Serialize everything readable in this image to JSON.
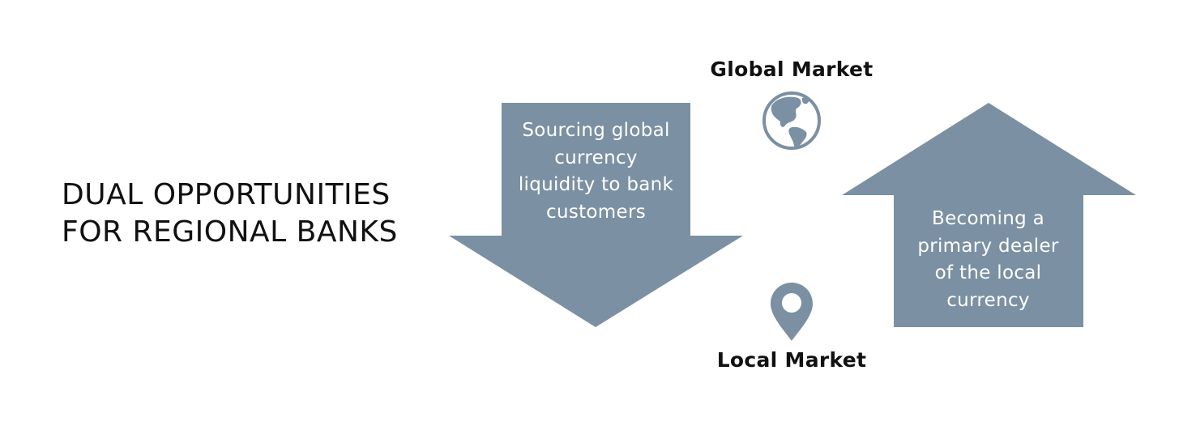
{
  "title": {
    "line1": "DUAL OPPORTUNITIES",
    "line2": "FOR REGIONAL BANKS"
  },
  "global_market": {
    "label": "Global Market",
    "icon": "globe-icon"
  },
  "local_market": {
    "label": "Local Market",
    "icon": "location-pin-icon"
  },
  "down_arrow": {
    "lines": [
      "Sourcing global",
      "currency",
      "liquidity to bank",
      "customers"
    ]
  },
  "up_arrow": {
    "lines": [
      "Becoming a",
      "primary dealer",
      "of the local",
      "currency"
    ]
  },
  "colors": {
    "arrow_fill": "#7b90a2",
    "text_dark": "#111111",
    "text_light": "#ffffff"
  }
}
